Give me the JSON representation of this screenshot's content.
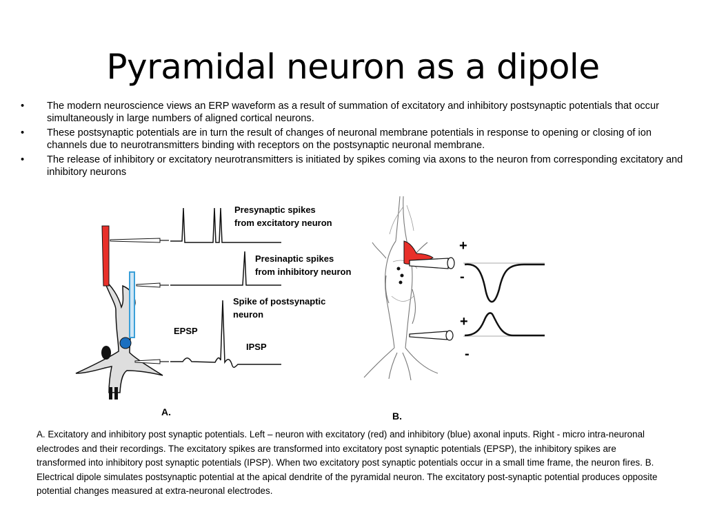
{
  "slide": {
    "title": "Pyramidal neuron as a dipole",
    "bullet_symbol": "•",
    "bullets": [
      "The modern neuroscience views an ERP waveform as a result of summation of excitatory and inhibitory postsynaptic potentials that occur simultaneously in large numbers of aligned cortical neurons.",
      "These postsynaptic potentials are in turn the result of changes of neuronal membrane potentials in response to opening or closing of ion channels due to neurotransmitters binding with receptors on the postsynaptic neuronal membrane.",
      "The release of inhibitory or excitatory neurotransmitters is initiated by spikes coming via axons to the neuron from corresponding excitatory and inhibitory neurons"
    ],
    "figure": {
      "panel_a": {
        "label": "A.",
        "trace1_label_line1": "Presynaptic spikes",
        "trace1_label_line2": "from excitatory neuron",
        "trace2_label_line1": "Presinaptic spikes",
        "trace2_label_line2": "from inhibitory neuron",
        "trace3_label_line1": "Spike of postsynaptic",
        "trace3_label_line2": "neuron",
        "epsp_label": "EPSP",
        "ipsp_label": "IPSP"
      },
      "panel_b": {
        "label": "B.",
        "plus_top": "+",
        "minus_top": "-",
        "plus_bottom": "+",
        "minus_bottom": "-"
      },
      "colors": {
        "excitatory": "#e8302a",
        "inhibitory": "#3a9fd8"
      }
    },
    "caption": "A.  Excitatory and inhibitory post synaptic potentials. Left – neuron with excitatory (red) and inhibitory (blue) axonal inputs.  Right - micro intra-neuronal electrodes and their recordings.  The excitatory spikes are transformed into excitatory post synaptic potentials (EPSP), the inhibitory spikes are transformed into inhibitory post synaptic potentials (IPSP). When two excitatory post synaptic potentials occur in a small time frame, the neuron fires. B.  Electrical dipole simulates postsynaptic potential at the apical dendrite of the pyramidal neuron.  The excitatory post-synaptic potential produces opposite potential changes measured at extra-neuronal electrodes."
  }
}
